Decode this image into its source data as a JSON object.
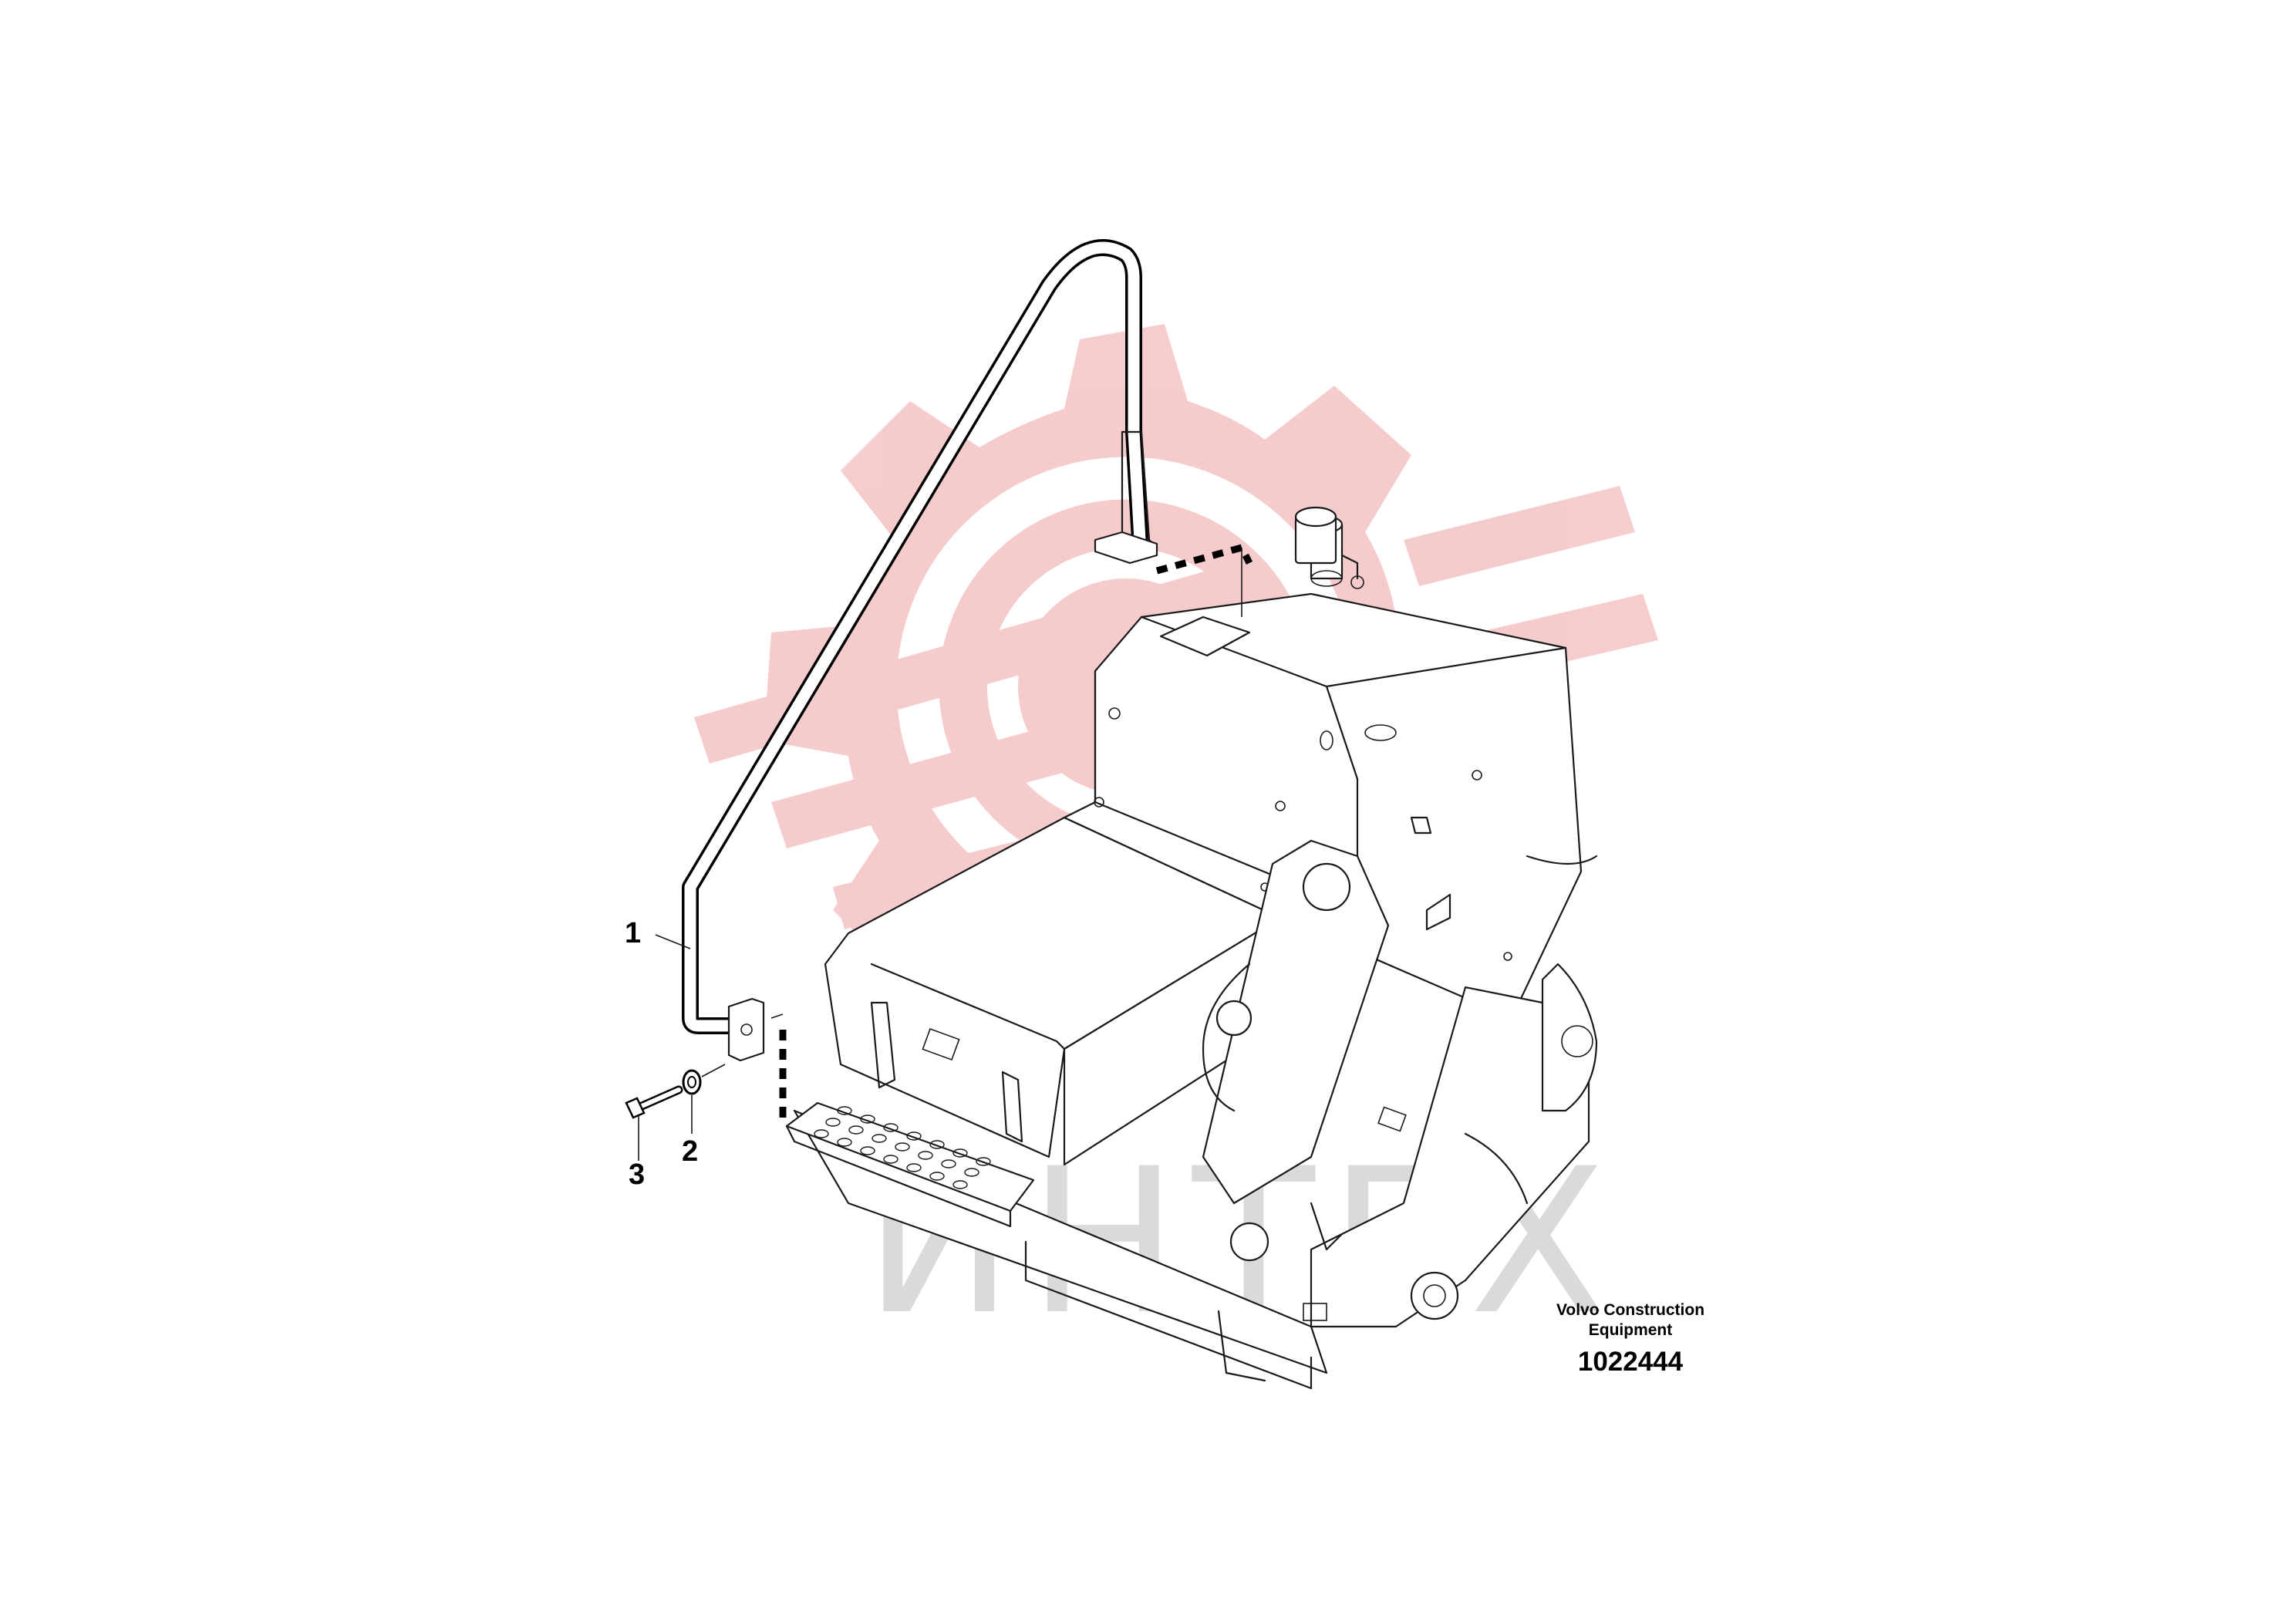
{
  "callouts": [
    {
      "id": "1",
      "label": "1"
    },
    {
      "id": "2",
      "label": "2"
    },
    {
      "id": "3",
      "label": "3"
    }
  ],
  "title_block": {
    "brand_line1": "Volvo Construction",
    "brand_line2": "Equipment",
    "drawing_number": "1022444"
  },
  "watermark": {
    "text": "ИНТЕХ",
    "gear_color": "#f6c9ca",
    "text_color": "#d9d9d9"
  }
}
